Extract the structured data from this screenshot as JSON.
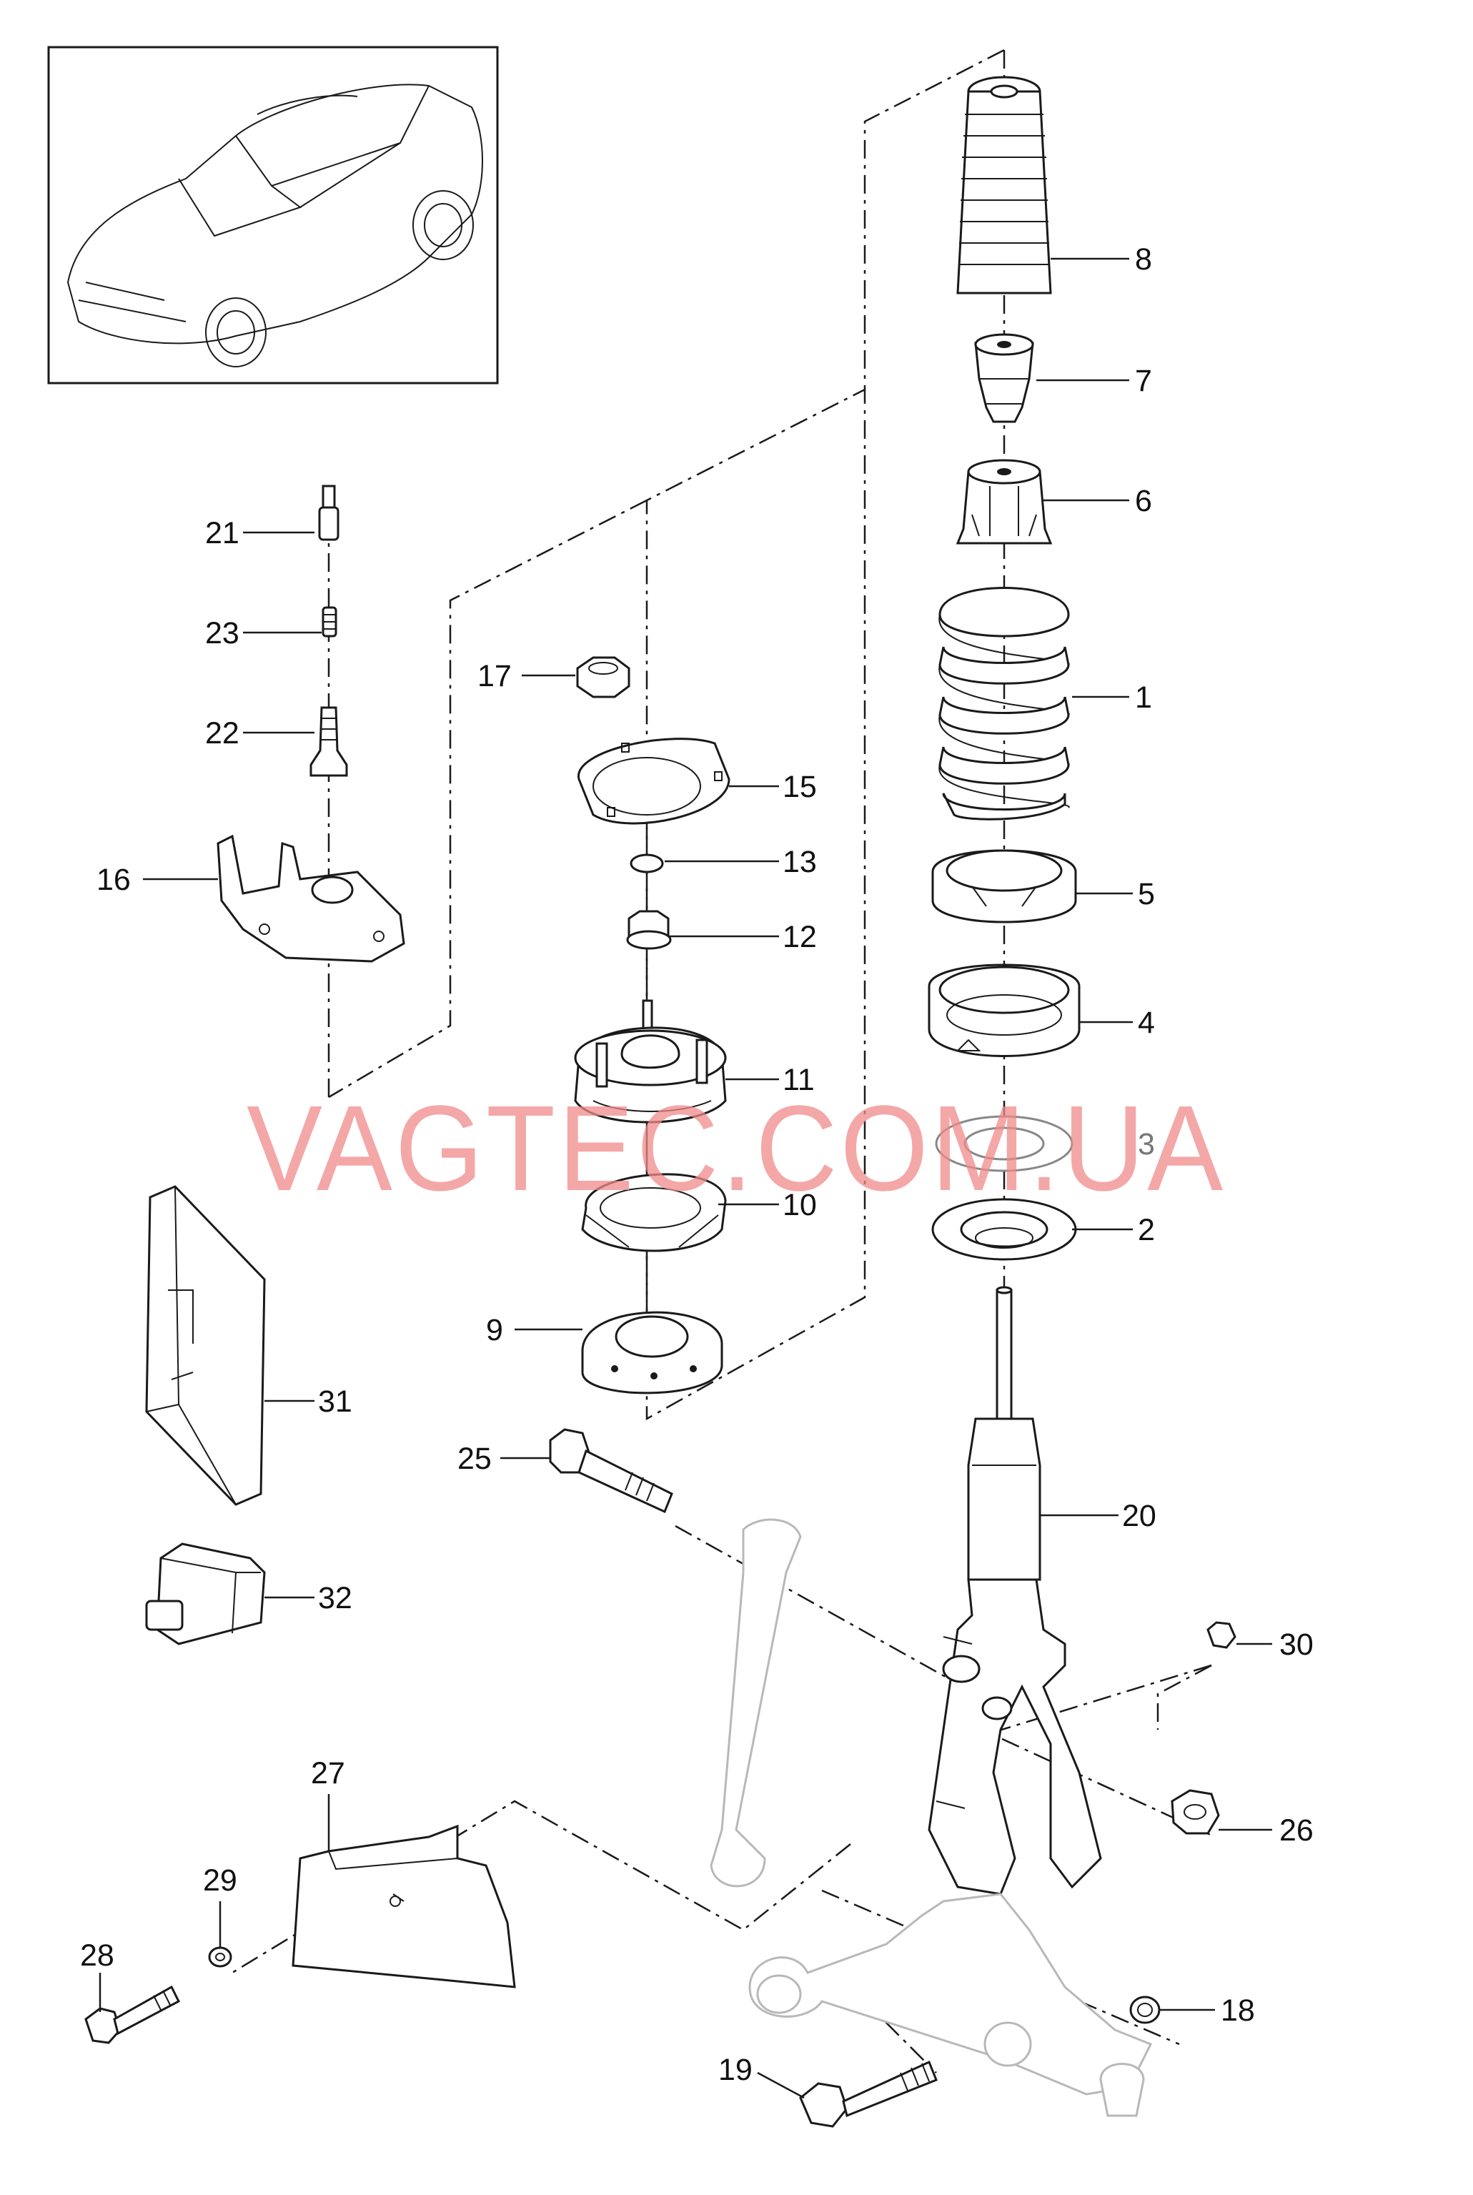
{
  "watermark": "VAGTEC.COM.UA",
  "parts": [
    {
      "id": "p1",
      "label": "1"
    },
    {
      "id": "p2",
      "label": "2"
    },
    {
      "id": "p3",
      "label": "3"
    },
    {
      "id": "p4",
      "label": "4"
    },
    {
      "id": "p5",
      "label": "5"
    },
    {
      "id": "p6",
      "label": "6"
    },
    {
      "id": "p7",
      "label": "7"
    },
    {
      "id": "p8",
      "label": "8"
    },
    {
      "id": "p9",
      "label": "9"
    },
    {
      "id": "p10",
      "label": "10"
    },
    {
      "id": "p11",
      "label": "11"
    },
    {
      "id": "p12",
      "label": "12"
    },
    {
      "id": "p13",
      "label": "13"
    },
    {
      "id": "p15",
      "label": "15"
    },
    {
      "id": "p16",
      "label": "16"
    },
    {
      "id": "p17",
      "label": "17"
    },
    {
      "id": "p18",
      "label": "18"
    },
    {
      "id": "p19",
      "label": "19"
    },
    {
      "id": "p20",
      "label": "20"
    },
    {
      "id": "p21",
      "label": "21"
    },
    {
      "id": "p22",
      "label": "22"
    },
    {
      "id": "p23",
      "label": "23"
    },
    {
      "id": "p25",
      "label": "25"
    },
    {
      "id": "p26",
      "label": "26"
    },
    {
      "id": "p27",
      "label": "27"
    },
    {
      "id": "p28",
      "label": "28"
    },
    {
      "id": "p29",
      "label": "29"
    },
    {
      "id": "p30",
      "label": "30"
    },
    {
      "id": "p31",
      "label": "31"
    },
    {
      "id": "p32",
      "label": "32"
    }
  ]
}
